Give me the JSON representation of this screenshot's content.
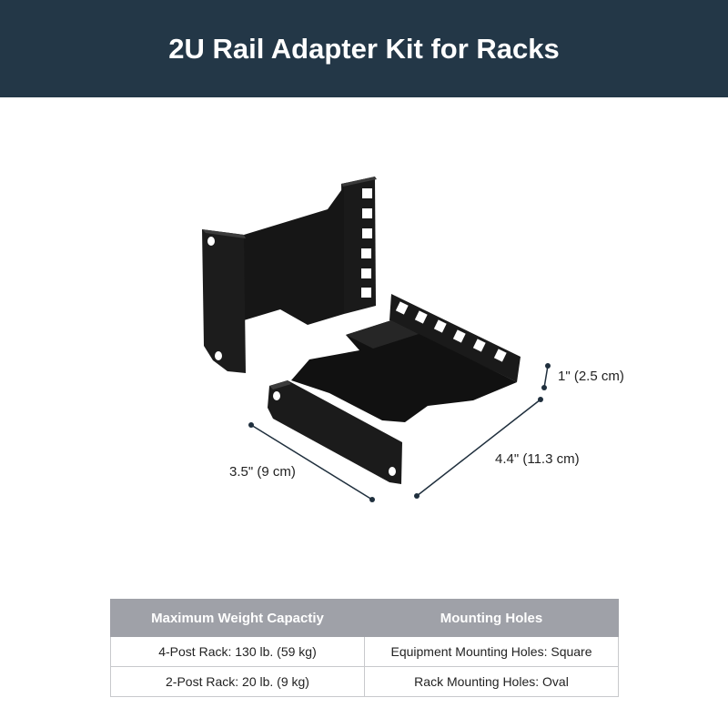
{
  "header": {
    "title": "2U Rail Adapter Kit for Racks"
  },
  "product": {
    "image_name": "black steel rail adapter brackets",
    "dimensions": {
      "height": "1\" (2.5 cm)",
      "length": "4.4\" (11.3 cm)",
      "width": "3.5\" (9 cm)"
    }
  },
  "specs": {
    "headers": [
      "Maximum Weight Capactiy",
      "Mounting Holes"
    ],
    "rows": [
      {
        "weight": "4-Post Rack: 130 lb. (59 kg)",
        "holes": "Equipment Mounting Holes: Square"
      },
      {
        "weight": "2-Post Rack: 20 lb. (9 kg)",
        "holes": "Rack Mounting Holes: Oval"
      }
    ]
  },
  "colors": {
    "header_bg": "#233747",
    "table_header_bg": "#9fa1a8",
    "bracket": "#151515",
    "dimension_line": "#1f2f3d"
  }
}
